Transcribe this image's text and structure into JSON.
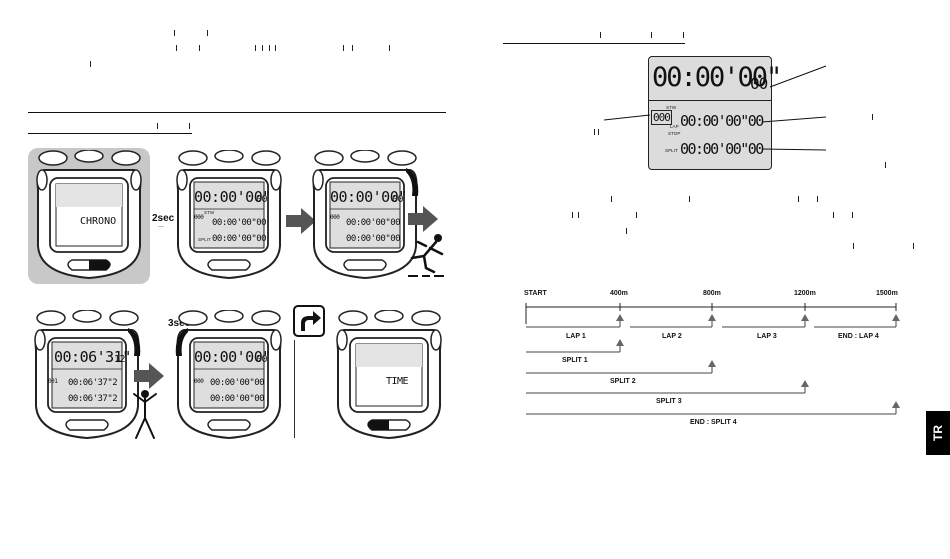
{
  "left": {
    "sec_label_a": "2sec",
    "sec_label_b": "3sec",
    "dots": "...",
    "chrono_text": "CHRONO",
    "time_text": "TIME",
    "lcd_main": "00:00'00\"",
    "lcd_main_sub": "00",
    "lcd_row": "00:00'00\"00",
    "lcd_main_2": "00:06'31\"",
    "lcd_main_2_sub": "12",
    "lcd_row_2": "00:06'37\"2",
    "lcd_counter": "000",
    "lcd_counter_2": "001",
    "lbl_stw": "STW",
    "lbl_lap": "LAP",
    "lbl_stop": "STOP",
    "lbl_split": "SPLIT"
  },
  "right": {
    "display_main": "00:00'00\"",
    "display_main_sub": "00",
    "display_row_lap": "00:00'00\"00",
    "display_row_split": "00:00'00\"00",
    "display_counter": "000",
    "lbl_stw": "STW",
    "lbl_lap": "LAP",
    "lbl_stop": "STOP",
    "lbl_split": "SPLIT"
  },
  "timeline": {
    "marks": [
      "START",
      "400m",
      "800m",
      "1200m",
      "1500m"
    ],
    "laps": [
      "LAP 1",
      "LAP 2",
      "LAP 3",
      "END : LAP 4"
    ],
    "splits": [
      "SPLIT 1",
      "SPLIT 2",
      "SPLIT 3",
      "END : SPLIT 4"
    ]
  },
  "tab": {
    "label": "TR"
  }
}
